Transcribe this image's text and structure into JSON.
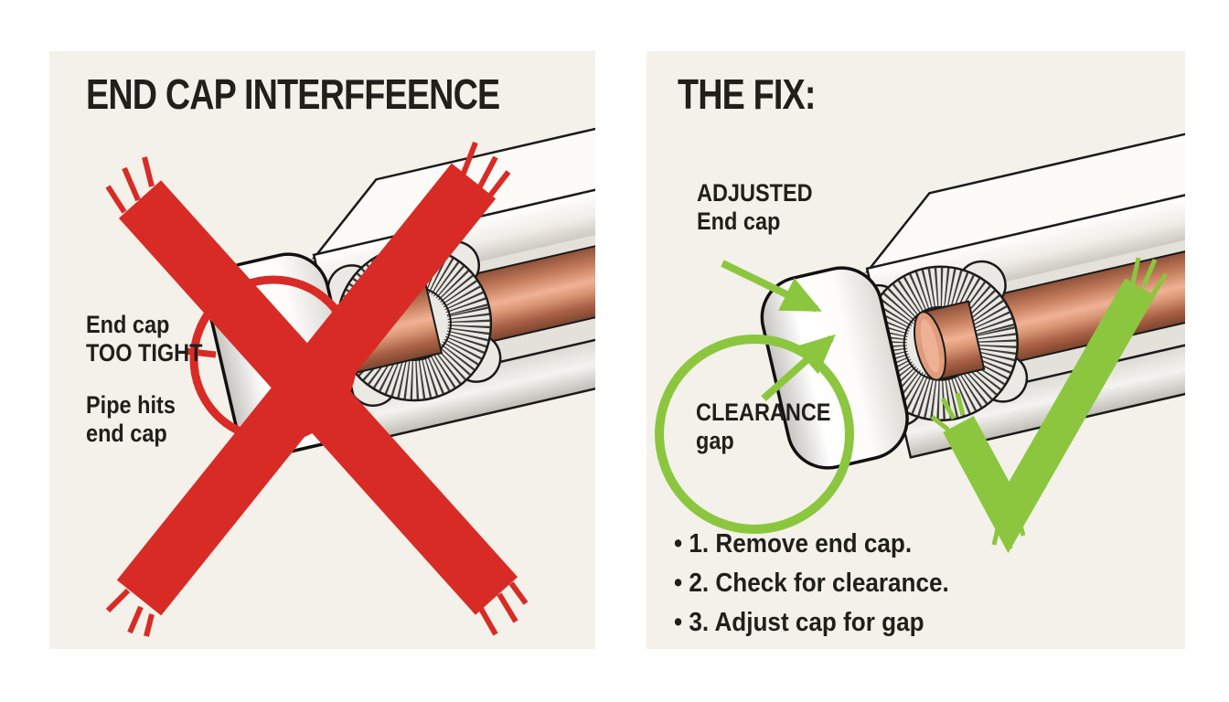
{
  "colors": {
    "page_bg": "#ffffff",
    "panel_bg": "#f3f1e9",
    "ink": "#211f1c",
    "error_red": "#d92b26",
    "success_green": "#8cc63f",
    "copper": "#c97f5e",
    "outline": "#1a1a1a"
  },
  "left_panel": {
    "title": "END CAP INTERFFEENCE",
    "callout_tight": {
      "line1": "End cap",
      "line2": "TOO TIGHT"
    },
    "callout_hits": {
      "line1": "Pipe hits",
      "line2": "end cap"
    }
  },
  "right_panel": {
    "title": "THE FIX:",
    "cap_label": {
      "line1": "ADJUSTED",
      "line2": "End cap"
    },
    "gap_label": {
      "line1": "CLEARANCE",
      "line2": "gap"
    },
    "steps": [
      "1. Remove end cap.",
      "2. Check for clearance.",
      "3. Adjust cap for gap"
    ]
  }
}
